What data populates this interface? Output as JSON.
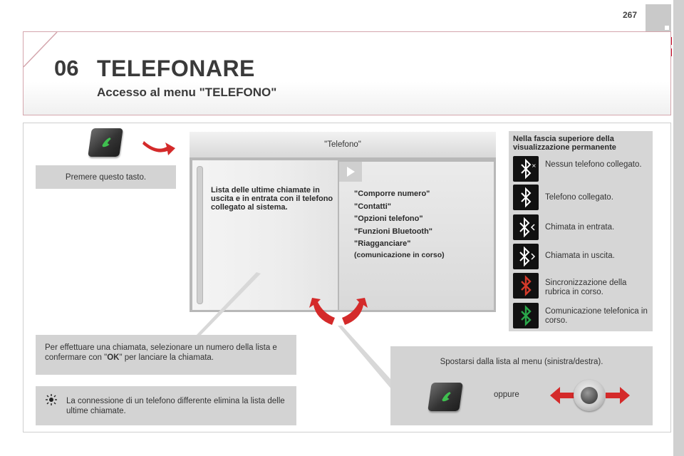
{
  "page": {
    "number": "267"
  },
  "header": {
    "section_number": "06",
    "title": "TELEFONARE",
    "subtitle": "Accesso al menu \"TELEFONO\""
  },
  "instructions": {
    "press_button": "Premere questo tasto.",
    "select_part1": "Per effettuare una chiamata, selezionare un numero della lista e confermare con \"",
    "select_ok": "OK",
    "select_part2": "\" per lanciare la chiamata.",
    "note": "La connessione di un telefono differente elimina la lista delle ultime chiamate.",
    "move": "Spostarsi dalla lista al menu (sinistra/destra).",
    "or": "oppure"
  },
  "screen": {
    "header_label": "\"Telefono\"",
    "left_panel_text": "Lista delle ultime chiamate in uscita e in entrata con il telefono collegato al sistema.",
    "menu_items": [
      "\"Comporre numero\"",
      "\"Contatti\"",
      "\"Opzioni telefono\"",
      "\"Funzioni Bluetooth\"",
      "\"Riagganciare\""
    ],
    "menu_note": "(comunicazione in corso)"
  },
  "status_bar": {
    "title": "Nella fascia superiore della visualizzazione permanente",
    "items": [
      {
        "icon": "bluetooth-no-phone-icon",
        "label": "Nessun telefono collegato."
      },
      {
        "icon": "bluetooth-connected-icon",
        "label": "Telefono collegato."
      },
      {
        "icon": "bluetooth-incoming-call-icon",
        "label": "Chimata in entrata."
      },
      {
        "icon": "bluetooth-outgoing-call-icon",
        "label": "Chiamata in uscita."
      },
      {
        "icon": "bluetooth-sync-red-icon",
        "label": "Sincronizzazione della rubrica in corso."
      },
      {
        "icon": "bluetooth-call-green-icon",
        "label": "Comunicazione telefonica in corso."
      }
    ]
  },
  "colors": {
    "accent_red": "#d42a2a",
    "frame_red": "#c8102e",
    "panel_gray": "#d3d3d3",
    "bluetooth_red": "#d43a2a",
    "bluetooth_green": "#2aa84a"
  }
}
